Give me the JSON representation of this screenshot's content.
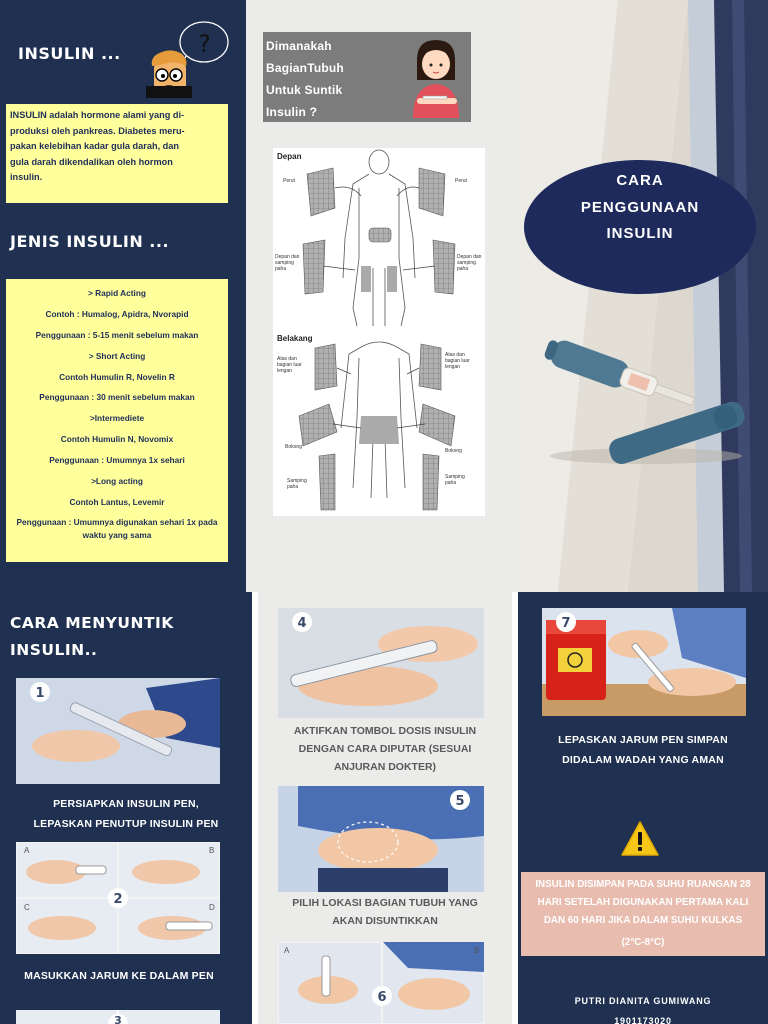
{
  "panel1": {
    "title": "INSULIN ...",
    "about_lines": [
      "INSULIN adalah hormone alami yang di-",
      "produksi oleh pankreas. Diabetes meru-",
      "pakan kelebihan kadar gula darah, dan",
      "gula darah dikendalikan oleh hormon",
      "insulin."
    ],
    "types_title": "JENIS INSULIN ...",
    "types": [
      "> Rapid Acting",
      "Contoh : Humalog, Apidra, Nvorapid",
      "Penggunaan : 5-15 menit sebelum makan",
      "> Short Acting",
      "Contoh Humulin R, Novelin R",
      "Penggunaan : 30 menit sebelum makan",
      ">Intermediete",
      "Contoh Humulin N, Novomix",
      "Penggunaan : Umumnya 1x sehari",
      ">Long acting",
      "Contoh Lantus, Levemir",
      "Penggunaan : Umumnya digunakan sehari 1x pada waktu yang sama"
    ],
    "face_question": "?"
  },
  "panel2": {
    "where_lines": [
      "Dimanakah",
      "BagianTubuh",
      "Untuk Suntik",
      "Insulin ?"
    ],
    "body_map": {
      "front_title": "Depan",
      "back_title": "Belakang",
      "labels": {
        "perut_left": "Perut",
        "perut_right": "Perut",
        "paha_left": "Depan dan samping paha",
        "paha_right": "Depan dan samping paha",
        "lengan_left": "Atas dan bagian luar lengan",
        "lengan_right": "Atas dan bagian luar lengan",
        "bokong_left": "Bokong",
        "bokong_right": "Bokong",
        "samping_left": "Samping paha",
        "samping_right": "Samping paha"
      }
    }
  },
  "panel3": {
    "cover_lines": [
      "CARA",
      "PENGGUNAAN",
      "INSULIN"
    ]
  },
  "panel4": {
    "title_lines": [
      "CARA MENYUNTIK",
      "INSULIN.."
    ],
    "step1_number": "1",
    "step1_caption_lines": [
      "PERSIAPKAN INSULIN PEN,",
      "LEPASKAN PENUTUP INSULIN PEN"
    ],
    "step2_number": "2",
    "step2_caption": "MASUKKAN JARUM KE DALAM PEN",
    "step3_number": "3",
    "photo_letters": [
      "A",
      "B",
      "C",
      "D"
    ]
  },
  "panel5": {
    "step4_number": "4",
    "step4_caption_lines": [
      "AKTIFKAN TOMBOL DOSIS INSULIN",
      "DENGAN CARA DIPUTAR (SESUAI",
      "ANJURAN DOKTER)"
    ],
    "step5_number": "5",
    "step5_caption_lines": [
      "PILIH LOKASI BAGIAN TUBUH YANG",
      "AKAN DISUNTIKKAN"
    ],
    "step6_number": "6",
    "photo_letters": [
      "A",
      "B"
    ]
  },
  "panel6": {
    "step7_number": "7",
    "step7_caption_lines": [
      "LEPASKAN JARUM PEN SIMPAN",
      "DIDALAM WADAH YANG AMAN"
    ],
    "warning_lines": [
      "INSULIN DISIMPAN PADA SUHU RUANGAN 28",
      "HARI SETELAH DIGUNAKAN PERTAMA KALI",
      "DAN 60 HARI JIKA DALAM SUHU KULKAS",
      "(2°C-8°C)"
    ],
    "author": "PUTRI DIANITA GUMIWANG",
    "nim": "1901173020"
  },
  "colors": {
    "navy": "#1f3050",
    "yellow_box": "#ffff9b",
    "oval": "#1e2a5b",
    "warning_box": "#e8bdb0",
    "gray_panel": "#ebebea"
  }
}
